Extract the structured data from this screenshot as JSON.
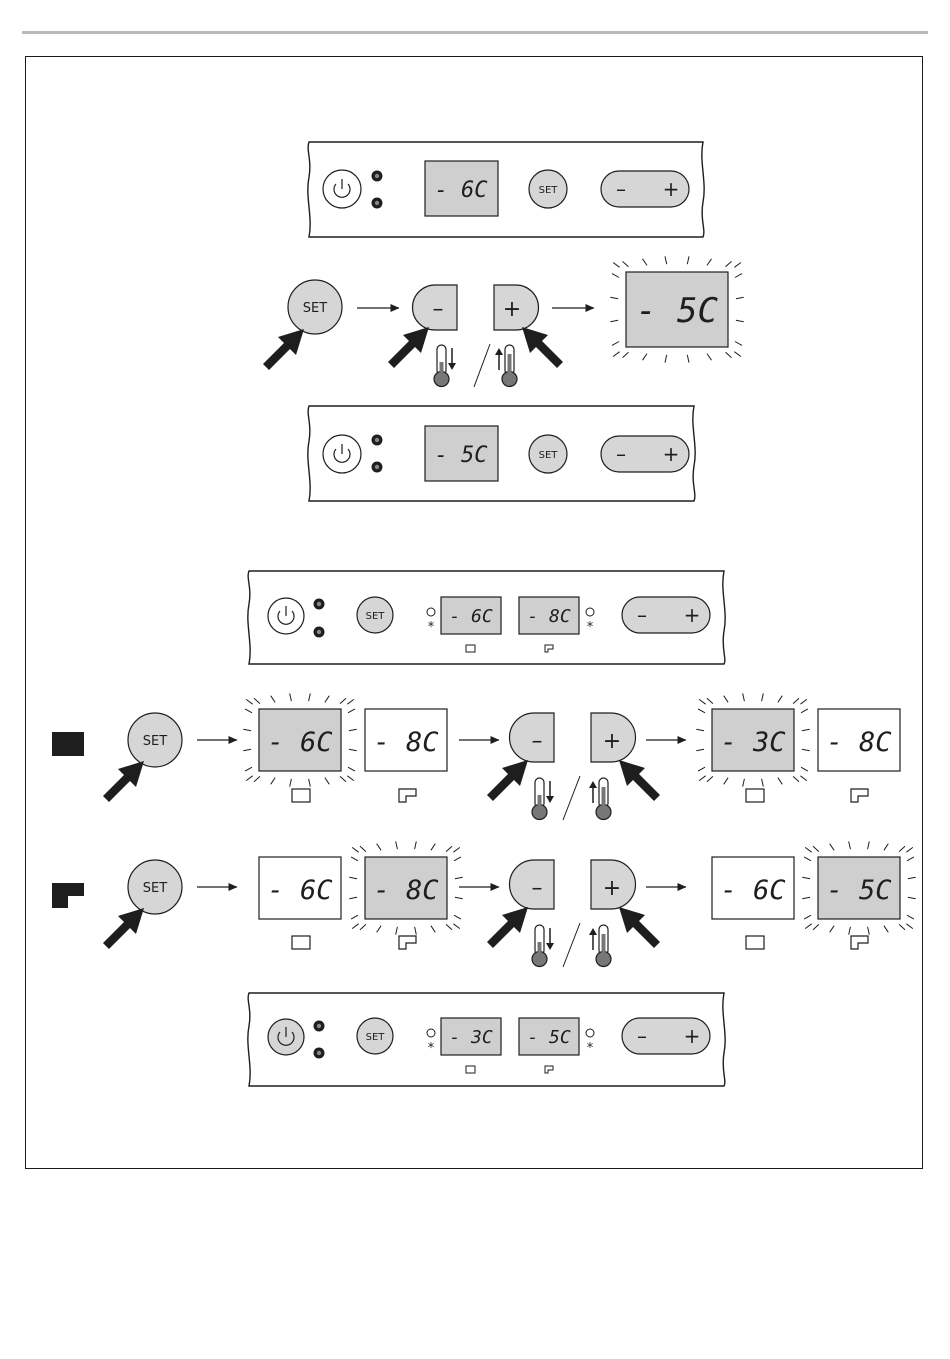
{
  "labels": {
    "set": "SET",
    "minus": "–",
    "plus": "+",
    "snowflake": "*"
  },
  "single_panel_before": {
    "display": "- 6C"
  },
  "single_step": {
    "new_display": "- 5C"
  },
  "single_panel_after": {
    "display": "- 5C"
  },
  "dual_panel_before": {
    "fridge_display": "- 6C",
    "freezer_display": "- 8C"
  },
  "dual_step_fridge": {
    "before_fridge": "- 6C",
    "before_freezer": "- 8C",
    "after_fridge": "- 3C",
    "after_freezer": "- 8C"
  },
  "dual_step_freezer": {
    "before_fridge": "- 6C",
    "before_freezer": "- 8C",
    "after_fridge": "- 6C",
    "after_freezer": "- 5C"
  },
  "dual_panel_after": {
    "fridge_display": "- 3C",
    "freezer_display": "- 5C"
  },
  "colors": {
    "ink": "#1e1e1e",
    "lcd_fill": "#cfcfcf",
    "button_fill": "#d6d6d6",
    "white": "#ffffff"
  }
}
